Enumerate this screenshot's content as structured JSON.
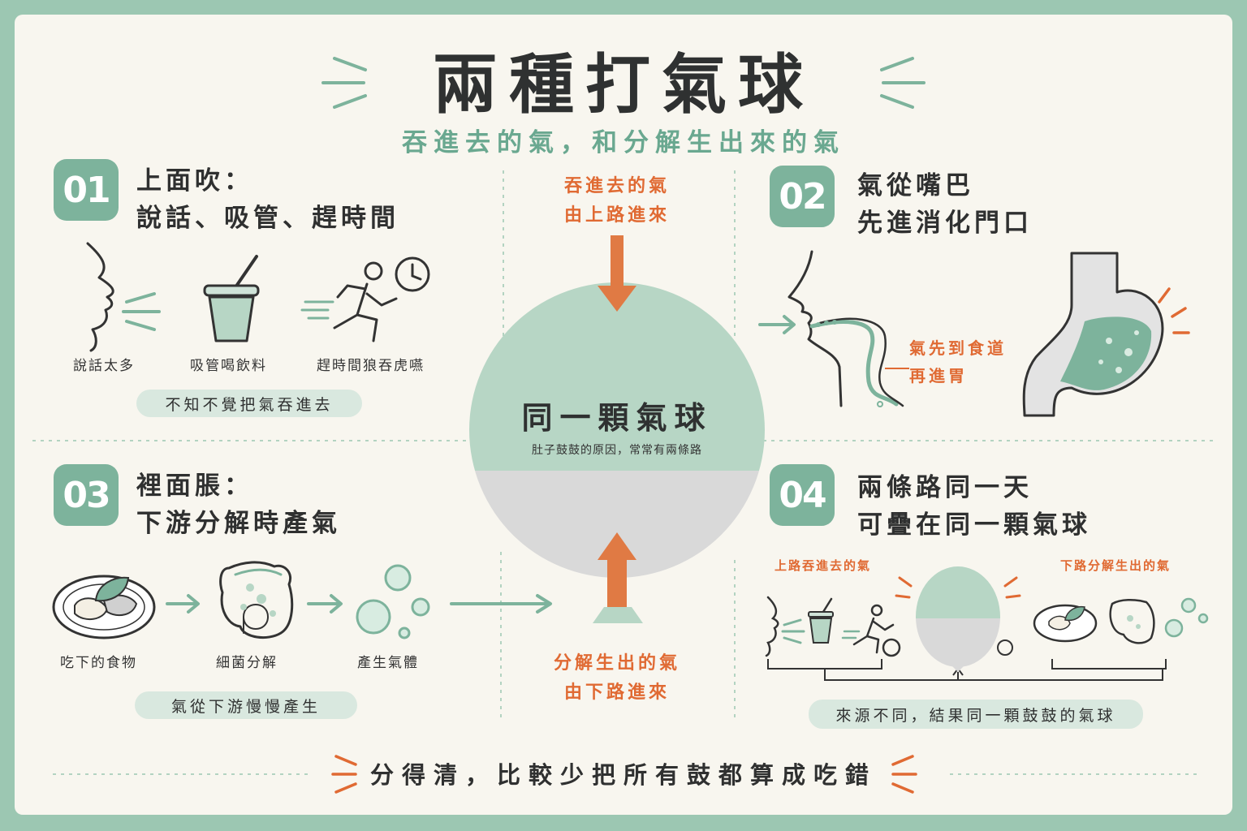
{
  "header": {
    "title": "兩種打氣球",
    "subtitle": "吞進去的氣，和分解生出來的氣"
  },
  "sections": [
    {
      "badge": "01",
      "heading_line1": "上面吹：",
      "heading_line2": "說話、吸管、趕時間",
      "items": [
        "說話太多",
        "吸管喝飲料",
        "趕時間狼吞虎嚥"
      ],
      "pill": "不知不覺把氣吞進去"
    },
    {
      "badge": "02",
      "heading_line1": "氣從嘴巴",
      "heading_line2": "先進消化門口",
      "note_line1": "氣先到食道",
      "note_line2": "再進胃"
    },
    {
      "badge": "03",
      "heading_line1": "裡面脹：",
      "heading_line2": "下游分解時產氣",
      "items": [
        "吃下的食物",
        "細菌分解",
        "產生氣體"
      ],
      "pill": "氣從下游慢慢產生"
    },
    {
      "badge": "04",
      "heading_line1": "兩條路同一天",
      "heading_line2": "可疊在同一顆氣球",
      "label_left": "上路吞進去的氣",
      "label_right": "下路分解生出的氣",
      "pill": "來源不同，結果同一顆鼓鼓的氣球"
    }
  ],
  "center": {
    "top_line1": "吞進去的氣",
    "top_line2": "由上路進來",
    "balloon_title": "同一顆氣球",
    "balloon_caption": "肚子鼓鼓的原因，常常有兩條路",
    "bottom_line1": "分解生出的氣",
    "bottom_line2": "由下路進來"
  },
  "footer": {
    "text": "分得清，比較少把所有鼓都算成吃錯"
  },
  "colors": {
    "frame": "#9cc7b2",
    "green": "#7db39c",
    "light_green": "#bdd9ca",
    "orange": "#e06a33",
    "grey": "#d9d9d9",
    "text": "#2f3030"
  },
  "icons": [
    "talking-face-icon",
    "drink-cup-icon",
    "running-man-icon",
    "clock-icon",
    "face-profile-icon",
    "esophagus-icon",
    "stomach-icon",
    "food-plate-icon",
    "intestine-icon",
    "bubbles-icon",
    "balloon-icon"
  ]
}
